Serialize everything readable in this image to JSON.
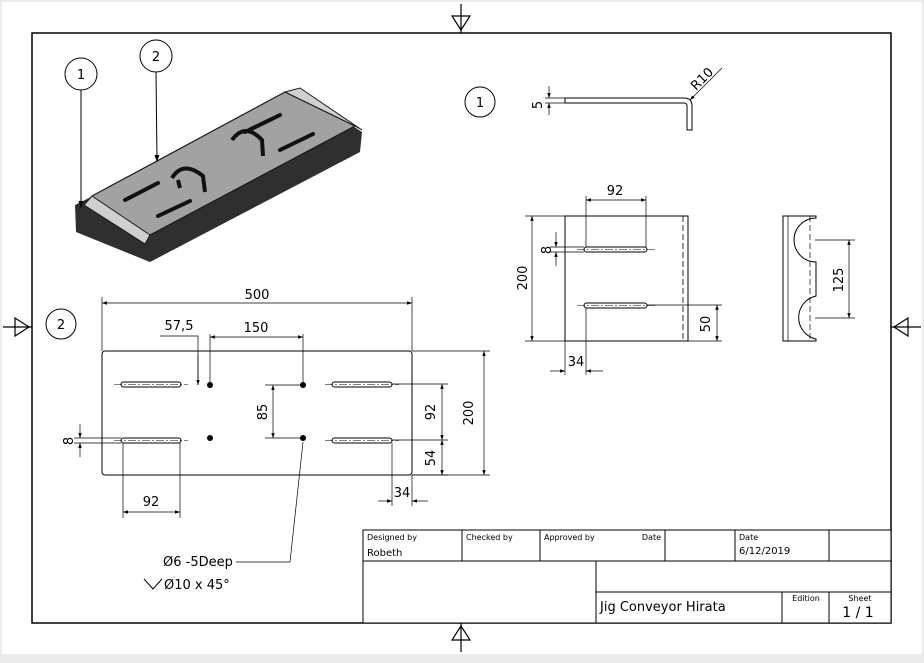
{
  "colors": {
    "page": "#ffffff",
    "frame": "#000000",
    "outer_bg": "#ebebeb",
    "part_fill": "#9a9a9a",
    "part_dark": "#3a3a3a"
  },
  "balloons": {
    "b1": "1",
    "b2": "2",
    "view1": "1",
    "view2": "2"
  },
  "view1": {
    "d_thickness": "5",
    "d_radius": "R10",
    "d_slot_spacing": "92",
    "d_slot_width": "8",
    "d_height": "200",
    "d_bottom": "50",
    "d_left": "34",
    "d_side": "125"
  },
  "view2": {
    "d_length": "500",
    "d_57": "57,5",
    "d_150": "150",
    "d_height": "200",
    "d_85": "85",
    "d_92v": "92",
    "d_54": "54",
    "d_slot_width": "8",
    "d_92h": "92",
    "d_34": "34",
    "note_hole": "Ø6 -5Deep",
    "note_csk": "Ø10 x 45°"
  },
  "title_block": {
    "designed_by_label": "Designed by",
    "designed_by": "Robeth",
    "checked_by_label": "Checked by",
    "approved_by_label": "Approved by",
    "date_label_1": "Date",
    "date_label_2": "Date",
    "date": "6/12/2019",
    "title": "Jig Conveyor Hirata",
    "edition_label": "Edition",
    "sheet_label": "Sheet",
    "sheet": "1 / 1"
  }
}
